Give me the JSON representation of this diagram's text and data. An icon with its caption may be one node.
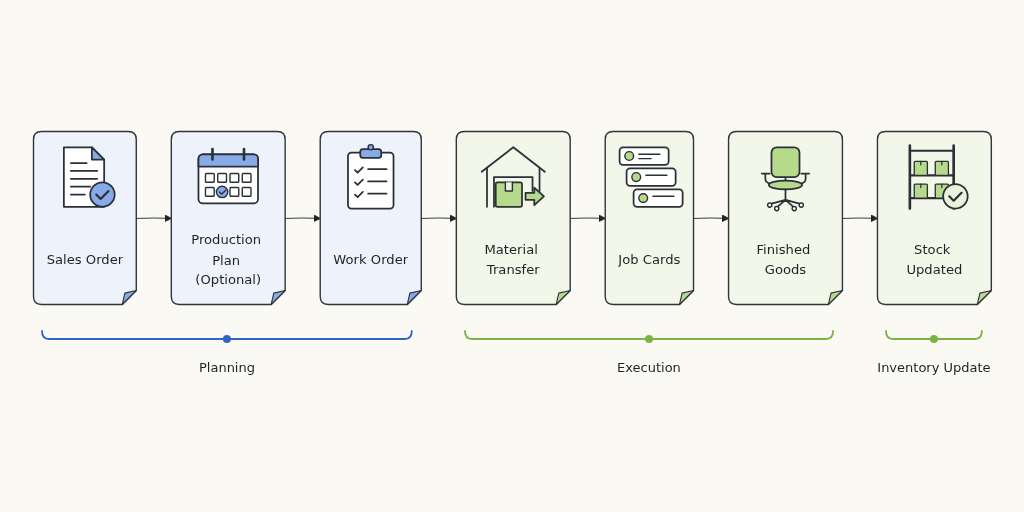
{
  "diagram": {
    "nodes": [
      {
        "text": [
          "Sales Order"
        ]
      },
      {
        "text": [
          "Production Plan (Optional)"
        ]
      },
      {
        "text": [
          "Work Order"
        ]
      },
      {
        "text": [
          "Material Transfer"
        ]
      },
      {
        "text": [
          "Job Cards"
        ]
      },
      {
        "text": [
          "Finished Goods"
        ]
      },
      {
        "text": [
          "Stock Updated"
        ]
      }
    ],
    "edges": [
      {
        "from": 0,
        "to": 1,
        "arrow": "to"
      },
      {
        "from": 1,
        "to": 2,
        "arrow": "to"
      },
      {
        "from": 2,
        "to": 3,
        "arrow": "to"
      },
      {
        "from": 3,
        "to": 4,
        "arrow": "to"
      },
      {
        "from": 4,
        "to": 5,
        "arrow": "to"
      },
      {
        "from": 5,
        "to": 6,
        "arrow": "to"
      }
    ],
    "labels": [
      "Planning",
      "Execution",
      "Inventory Update"
    ]
  }
}
